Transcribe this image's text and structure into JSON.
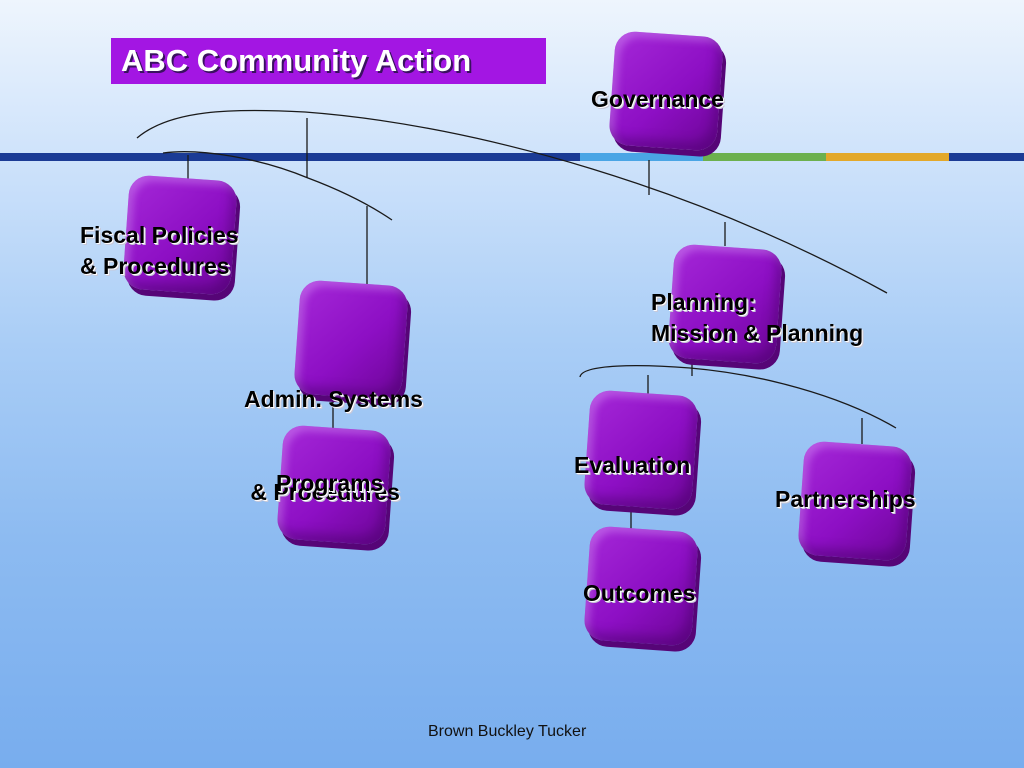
{
  "title": "ABC Community Action",
  "nodes": {
    "governance": {
      "lines": [
        "Governance"
      ]
    },
    "fiscal": {
      "lines": [
        "Fiscal Policies",
        "& Procedures"
      ]
    },
    "admin": {
      "lines": [
        "Admin. Systems",
        " & Procedures"
      ]
    },
    "programs": {
      "lines": [
        "Programs"
      ]
    },
    "planning": {
      "lines": [
        "Planning:",
        "Mission & Planning"
      ]
    },
    "evaluation": {
      "lines": [
        "Evaluation"
      ]
    },
    "partnerships": {
      "lines": [
        "Partnerships"
      ]
    },
    "outcomes": {
      "lines": [
        "Outcomes"
      ]
    }
  },
  "footer": "Brown Buckley Tucker",
  "colors": {
    "title_background": "#a316e3",
    "node_fill": "#8d0fc4",
    "divider": "#1b3b95"
  }
}
